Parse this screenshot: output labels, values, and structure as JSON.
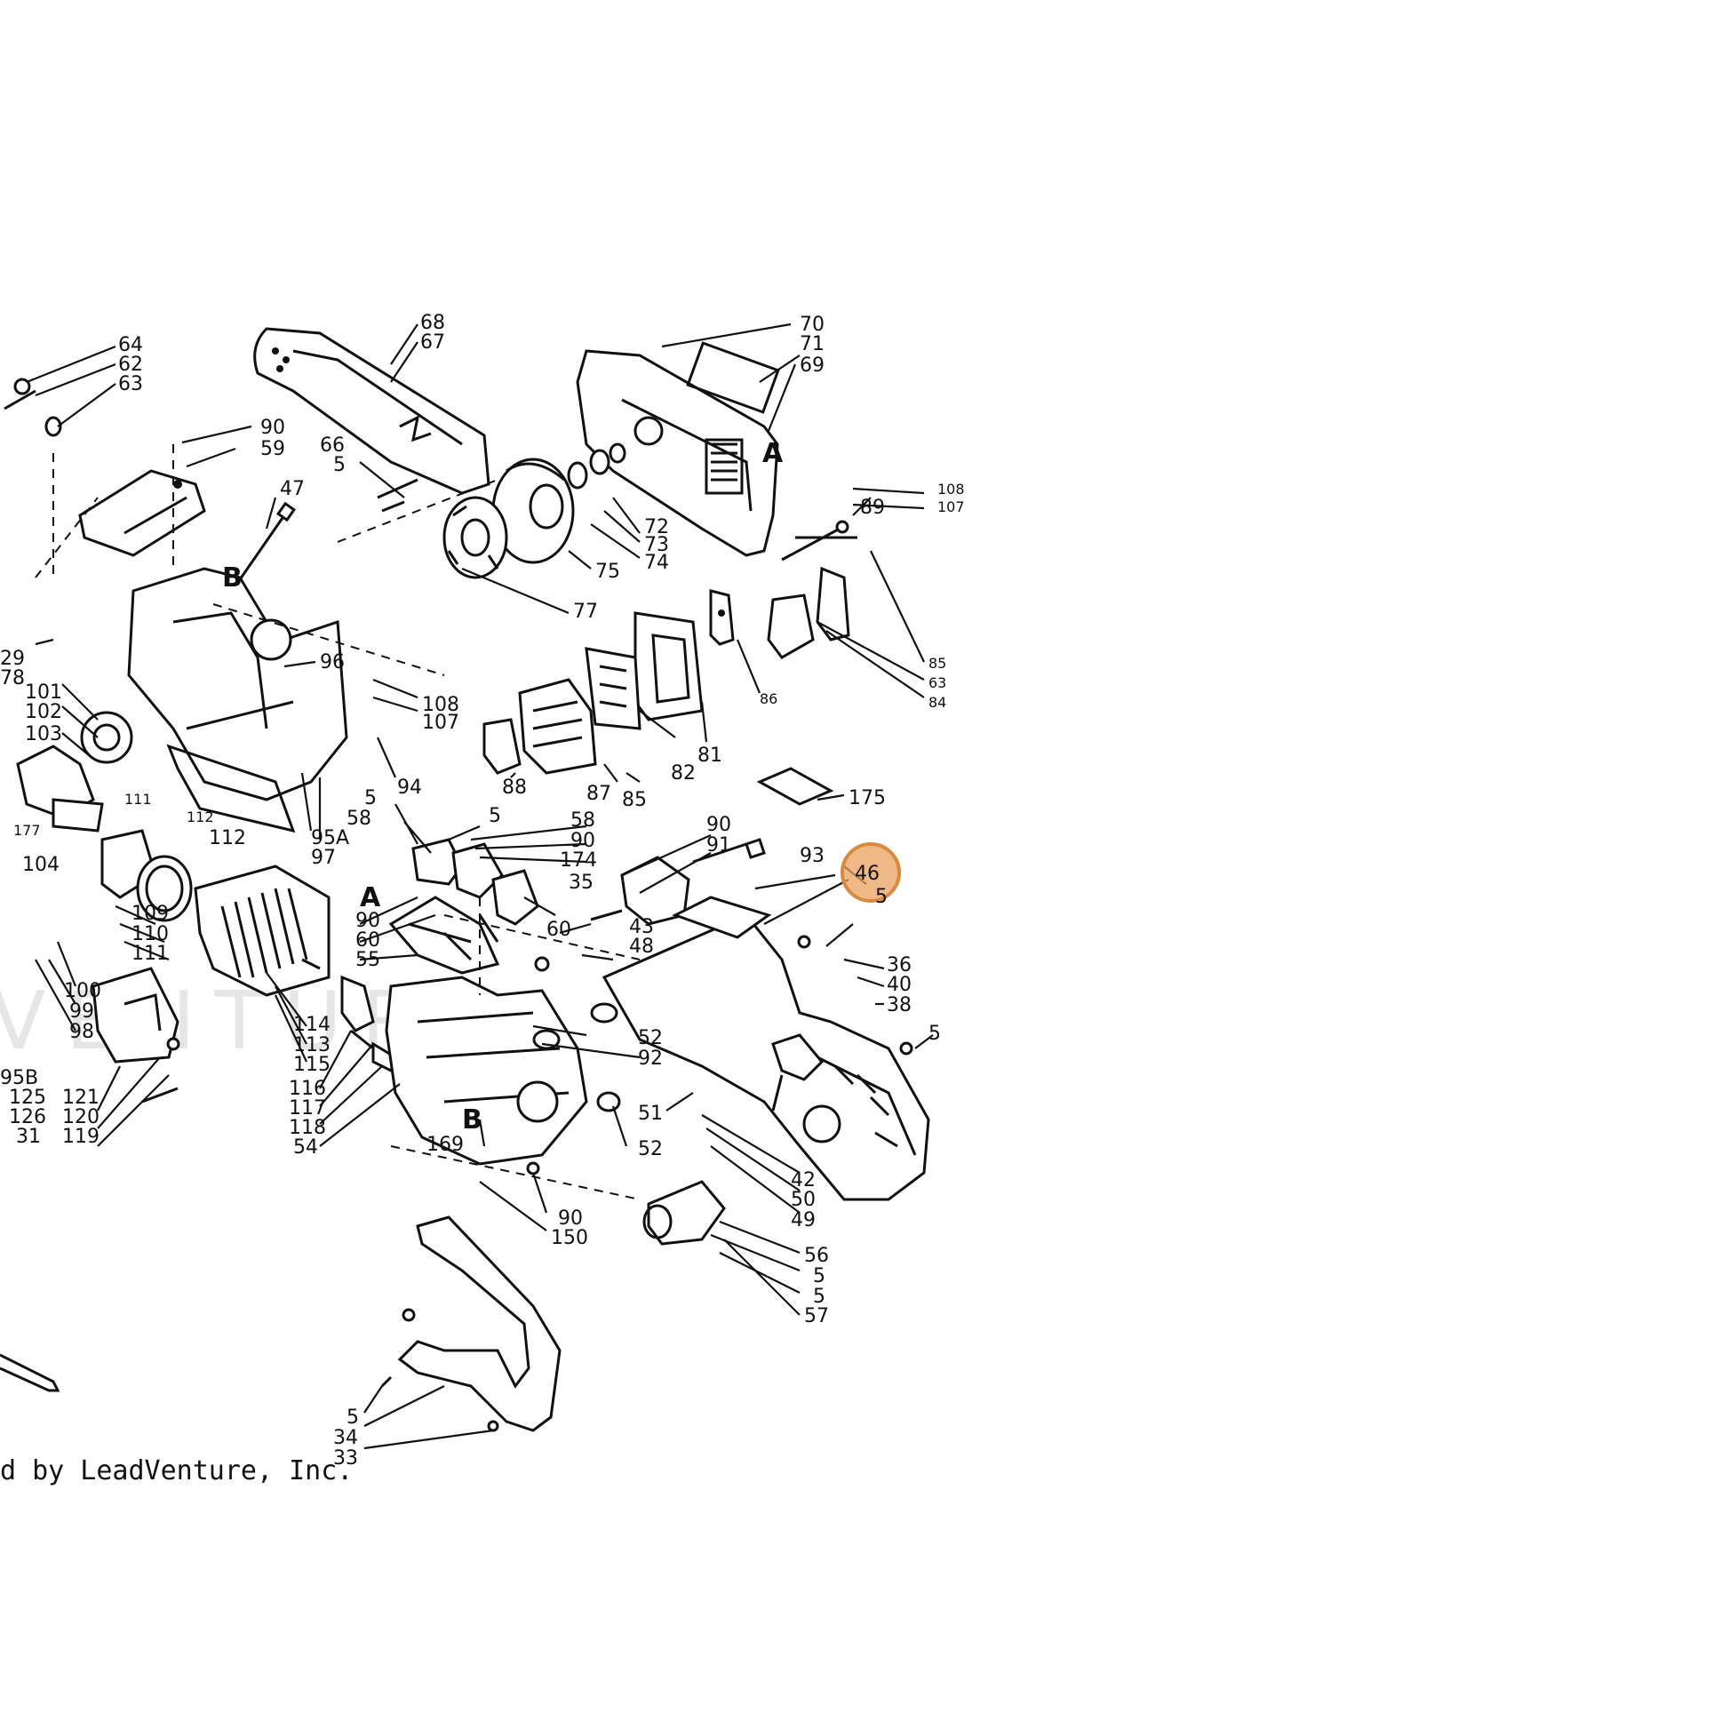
{
  "diagram": {
    "watermark": "VENTURE",
    "copyright": "d by LeadVenture, Inc.",
    "highlight": {
      "label": "46",
      "color": "#e8a25e"
    },
    "section_letters": [
      "A",
      "B",
      "A",
      "B"
    ],
    "callouts": {
      "c64": "64",
      "c62": "62",
      "c63a": "63",
      "c68": "68",
      "c67": "67",
      "c70": "70",
      "c71": "71",
      "c69": "69",
      "c90a": "90",
      "c59": "59",
      "c66": "66",
      "c5a": "5",
      "c47": "47",
      "c108a": "108",
      "c107a": "107",
      "c89": "89",
      "c72": "72",
      "c73": "73",
      "c74": "74",
      "c75": "75",
      "c77": "77",
      "c96": "96",
      "c29": "29",
      "c78": "78",
      "c101": "101",
      "c102": "102",
      "c103": "103",
      "c108b": "108",
      "c107b": "107",
      "c85a": "85",
      "c63b": "63",
      "c84": "84",
      "c86": "86",
      "c81": "81",
      "c82": "82",
      "c88": "88",
      "c87": "87",
      "c85b": "85",
      "c94": "94",
      "c175": "175",
      "c95a": "95A",
      "c97": "97",
      "c5b": "5",
      "c58a": "58",
      "c5c": "5",
      "c58b": "58",
      "c90b": "90",
      "c174": "174",
      "c90c": "90",
      "c91": "91",
      "c93": "93",
      "c111a": "111",
      "c112a": "112",
      "c112b": "112",
      "c177": "177",
      "c104": "104",
      "c35": "35",
      "c60a": "60",
      "c90d": "90",
      "c60b": "60",
      "c55": "55",
      "c43": "43",
      "c48": "48",
      "c109": "109",
      "c110": "110",
      "c111b": "111",
      "c36": "36",
      "c40": "40",
      "c38": "38",
      "c100": "100",
      "c99": "99",
      "c98": "98",
      "c114": "114",
      "c113": "113",
      "c115": "115",
      "c52a": "52",
      "c92": "92",
      "c5d": "5",
      "c95b": "95B",
      "c125": "125",
      "c126": "126",
      "c31": "31",
      "c121": "121",
      "c120": "120",
      "c119": "119",
      "c116": "116",
      "c117": "117",
      "c118": "118",
      "c54": "54",
      "c51": "51",
      "c169": "169",
      "c52b": "52",
      "c42": "42",
      "c50": "50",
      "c49": "49",
      "c90e": "90",
      "c150": "150",
      "c56": "56",
      "c5e": "5",
      "c5f": "5",
      "c57": "57",
      "c5g": "5",
      "c34": "34",
      "c33": "33",
      "c5h": "5"
    }
  }
}
